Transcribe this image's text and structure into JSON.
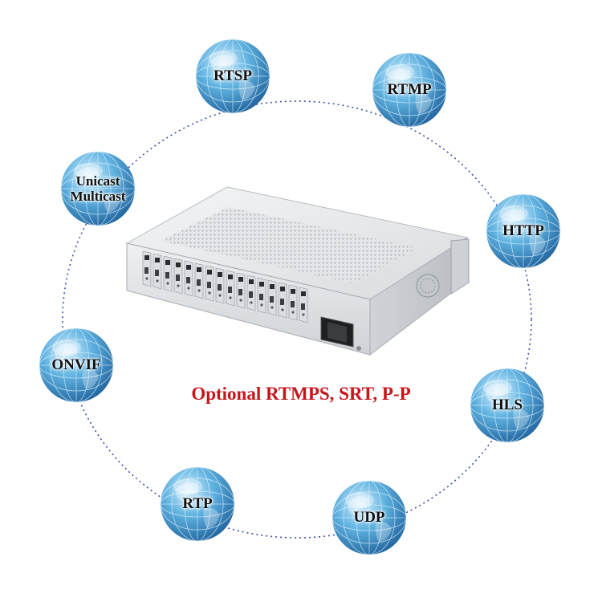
{
  "protocols": [
    {
      "label": "RTSP"
    },
    {
      "label": "RTMP"
    },
    {
      "label": "HTTP"
    },
    {
      "label": "HLS"
    },
    {
      "label": "UDP"
    },
    {
      "label": "RTP"
    },
    {
      "label": "ONVIF"
    },
    {
      "label": "Unicast\nMulticast"
    }
  ],
  "caption": "Optional RTMPS, SRT, P-P",
  "colors": {
    "ring_dots": "#3a4fa8",
    "caption": "#c8151b",
    "globe_light": "#d6f0ff",
    "globe_mid": "#5fb2e0",
    "globe_dark": "#1c5f9a",
    "device_body": "#e4e6e9"
  },
  "device": {
    "type": "encoder-chassis",
    "module_count": 16
  }
}
